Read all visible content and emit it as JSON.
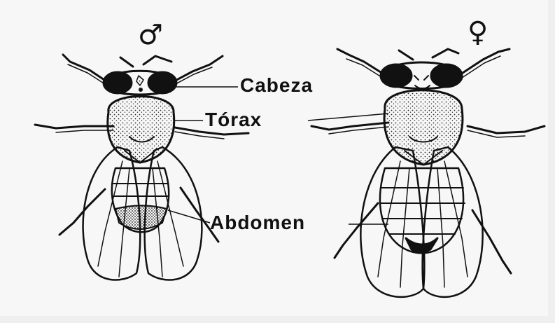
{
  "labels": {
    "head": "Cabeza",
    "thorax": "Tórax",
    "abdomen": "Abdomen"
  },
  "symbols": {
    "male": "♂",
    "female": "♀"
  },
  "colors": {
    "ink": "#111111",
    "paper": "#f7f7f7"
  }
}
